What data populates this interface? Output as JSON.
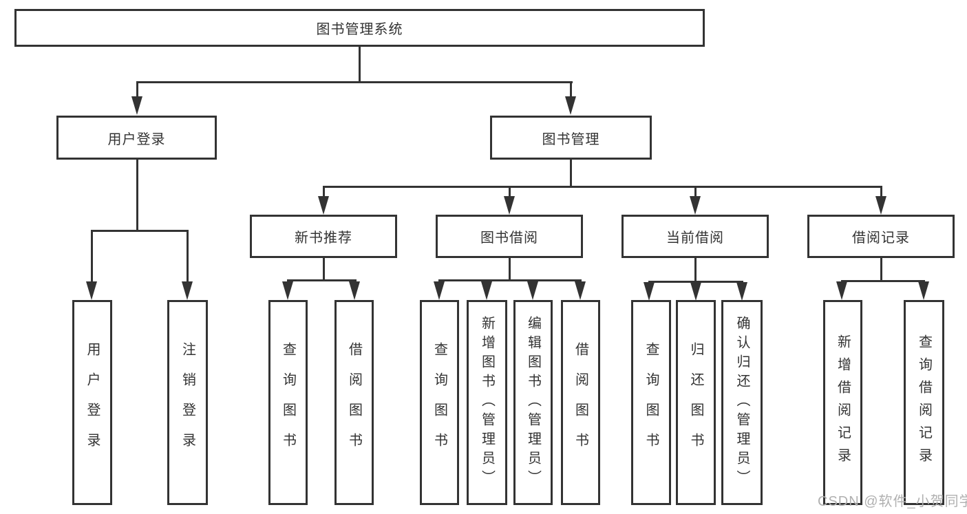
{
  "diagram": {
    "title": "图书管理系统",
    "root": {
      "label": "图书管理系统"
    },
    "branches": [
      {
        "label": "用户登录",
        "children": [
          {
            "label": "用户登录"
          },
          {
            "label": "注销登录"
          }
        ]
      },
      {
        "label": "图书管理",
        "children": [
          {
            "label": "新书推荐",
            "children": [
              {
                "label": "查询图书"
              },
              {
                "label": "借阅图书"
              }
            ]
          },
          {
            "label": "图书借阅",
            "children": [
              {
                "label": "查询图书"
              },
              {
                "label": "新增图书（管理员）"
              },
              {
                "label": "编辑图书（管理员）"
              },
              {
                "label": "借阅图书"
              }
            ]
          },
          {
            "label": "当前借阅",
            "children": [
              {
                "label": "查询图书"
              },
              {
                "label": "归还图书"
              },
              {
                "label": "确认归还（管理员）"
              }
            ]
          },
          {
            "label": "借阅记录",
            "children": [
              {
                "label": "新增借阅记录"
              },
              {
                "label": "查询借阅记录"
              }
            ]
          }
        ]
      }
    ],
    "watermark": "CSDN @软件_小贺同学",
    "colors": {
      "line": "#333333",
      "box_border": "#333333",
      "text": "#333333",
      "watermark": "#b0b0b0",
      "background": "#ffffff"
    }
  }
}
